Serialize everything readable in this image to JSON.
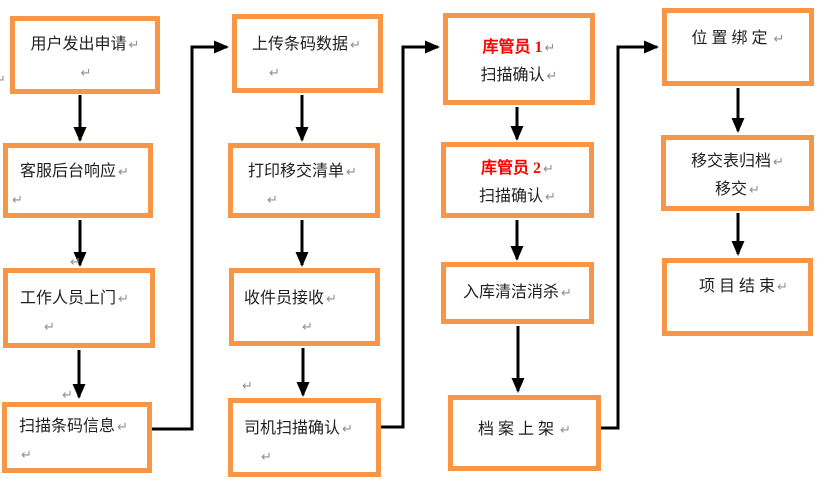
{
  "flow": {
    "return_mark": "↵",
    "colors": {
      "box_border": "#F79646",
      "box_fill": "#FFFFFF",
      "text": "#1F1F1F",
      "red_text": "#FF0000",
      "mark": "#8F8F8F",
      "arrow": "#000000"
    },
    "columns": [
      {
        "boxes": [
          {
            "label": "用户发出申请"
          },
          {
            "label": "客服后台响应"
          },
          {
            "label": "工作人员上门"
          },
          {
            "label": "扫描条码信息"
          }
        ]
      },
      {
        "boxes": [
          {
            "label": "上传条码数据"
          },
          {
            "label": "打印移交清单"
          },
          {
            "label": "收件员接收"
          },
          {
            "label": "司机扫描确认"
          }
        ]
      },
      {
        "boxes": [
          {
            "label": "库管员 1",
            "label2": "扫描确认"
          },
          {
            "label": "库管员 2",
            "label2": "扫描确认"
          },
          {
            "label": "入库清洁消杀"
          },
          {
            "label": "档 案 上 架 "
          }
        ]
      },
      {
        "boxes": [
          {
            "label": "位 置 绑 定 "
          },
          {
            "label": "移交表归档",
            "label2": "移交"
          },
          {
            "label": "项 目 结 束"
          }
        ]
      }
    ]
  }
}
